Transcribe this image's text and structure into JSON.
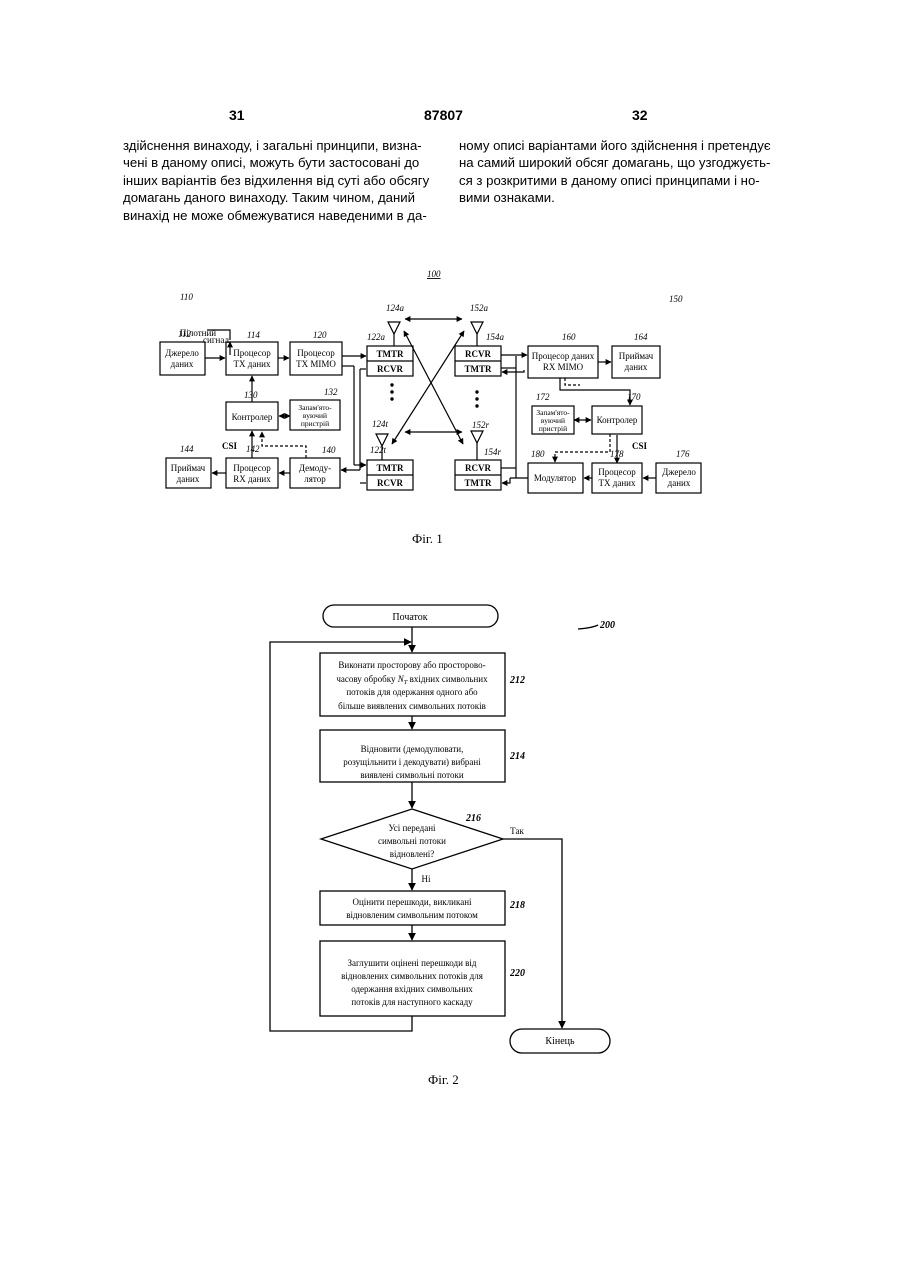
{
  "header": {
    "left_page": "31",
    "center_number": "87807",
    "right_page": "32"
  },
  "text": {
    "left_lines": [
      "здійснення винаходу, і загальні принципи, визна-",
      "чені в даному описі, можуть бути застосовані до",
      "інших варіантів без відхилення від суті або обсягу",
      "домагань даного винаходу. Таким чином, даний",
      "винахід не може обмежуватися наведеними в да-"
    ],
    "right_lines": [
      "ному описі варіантами його здійснення і претендує",
      "на самий широкий обсяг домагань, що узгоджуєть-",
      "ся з розкритими в даному описі принципами і но-",
      "вими ознаками."
    ]
  },
  "fig1": {
    "caption": "Фіг. 1",
    "ref_system": "100",
    "ref_tx": "110",
    "ref_rx": "150",
    "pilot_label_1": "Пілотний",
    "pilot_label_2": "сигнал",
    "csi": "CSI",
    "blocks": {
      "src112": {
        "ref": "112",
        "l1": "Джерело",
        "l2": "даних"
      },
      "txproc114": {
        "ref": "114",
        "l1": "Процесор",
        "l2": "TX даних"
      },
      "txmimo120": {
        "ref": "120",
        "l1": "Процесор",
        "l2": "TX MIMO"
      },
      "ctrl130": {
        "ref": "130",
        "l1": "Контролер"
      },
      "mem132": {
        "ref": "132",
        "l1": "Запам'ято-",
        "l2": "вуючий",
        "l3": "пристрій"
      },
      "sink144": {
        "ref": "144",
        "l1": "Приймач",
        "l2": "даних"
      },
      "rxproc142": {
        "ref": "142",
        "l1": "Процесор",
        "l2": "RX даних"
      },
      "demod140": {
        "ref": "140",
        "l1": "Демоду-",
        "l2": "лятор"
      },
      "tr122a": {
        "ref": "122a",
        "top": "TMTR",
        "bottom": "RCVR",
        "ant": "124a"
      },
      "tr122t": {
        "ref": "122t",
        "top": "TMTR",
        "bottom": "RCVR",
        "ant": "124t"
      },
      "tr154a": {
        "ref": "154a",
        "top": "RCVR",
        "bottom": "TMTR",
        "ant": "152a"
      },
      "tr154r": {
        "ref": "154r",
        "top": "RCVR",
        "bottom": "TMTR",
        "ant": "152r"
      },
      "rxmimo160": {
        "ref": "160",
        "l1": "Процесор даних",
        "l2": "RX MIMO"
      },
      "sink164": {
        "ref": "164",
        "l1": "Приймач",
        "l2": "даних"
      },
      "mem172": {
        "ref": "172",
        "l1": "Запам'ято-",
        "l2": "вуючий",
        "l3": "пристрій"
      },
      "ctrl170": {
        "ref": "170",
        "l1": "Контролер"
      },
      "mod180": {
        "ref": "180",
        "l1": "Модулятор"
      },
      "txproc178": {
        "ref": "178",
        "l1": "Процесор",
        "l2": "TX даних"
      },
      "src176": {
        "ref": "176",
        "l1": "Джерело",
        "l2": "даних"
      }
    }
  },
  "fig2": {
    "caption": "Фіг. 2",
    "ref": "200",
    "start": "Початок",
    "end": "Кінець",
    "step212": {
      "ref": "212",
      "l1": "Виконати просторову або просторово-",
      "l2a": "часову обробку ",
      "nt": "N",
      "nt_sub": "T",
      "l2b": " вхідних символьних",
      "l3": "потоків для одержання одного або",
      "l4": "більше виявлених символьних потоків"
    },
    "step214": {
      "ref": "214",
      "l1": "Відновити (демодулювати,",
      "l2": "розущільнити і декодувати) вибрані",
      "l3": "виявлені символьні потоки"
    },
    "decision216": {
      "ref": "216",
      "l1": "Усі передані",
      "l2": "символьні потоки",
      "l3": "відновлені?",
      "yes": "Так",
      "no": "Ні"
    },
    "step218": {
      "ref": "218",
      "l1": "Оцінити перешкоди, викликані",
      "l2": "відновленим символьним потоком"
    },
    "step220": {
      "ref": "220",
      "l1": "Заглушити оцінені перешкоди від",
      "l2": "відновлених символьних потоків для",
      "l3": "одержання вхідних символьних",
      "l4": "потоків для наступного каскаду"
    }
  }
}
